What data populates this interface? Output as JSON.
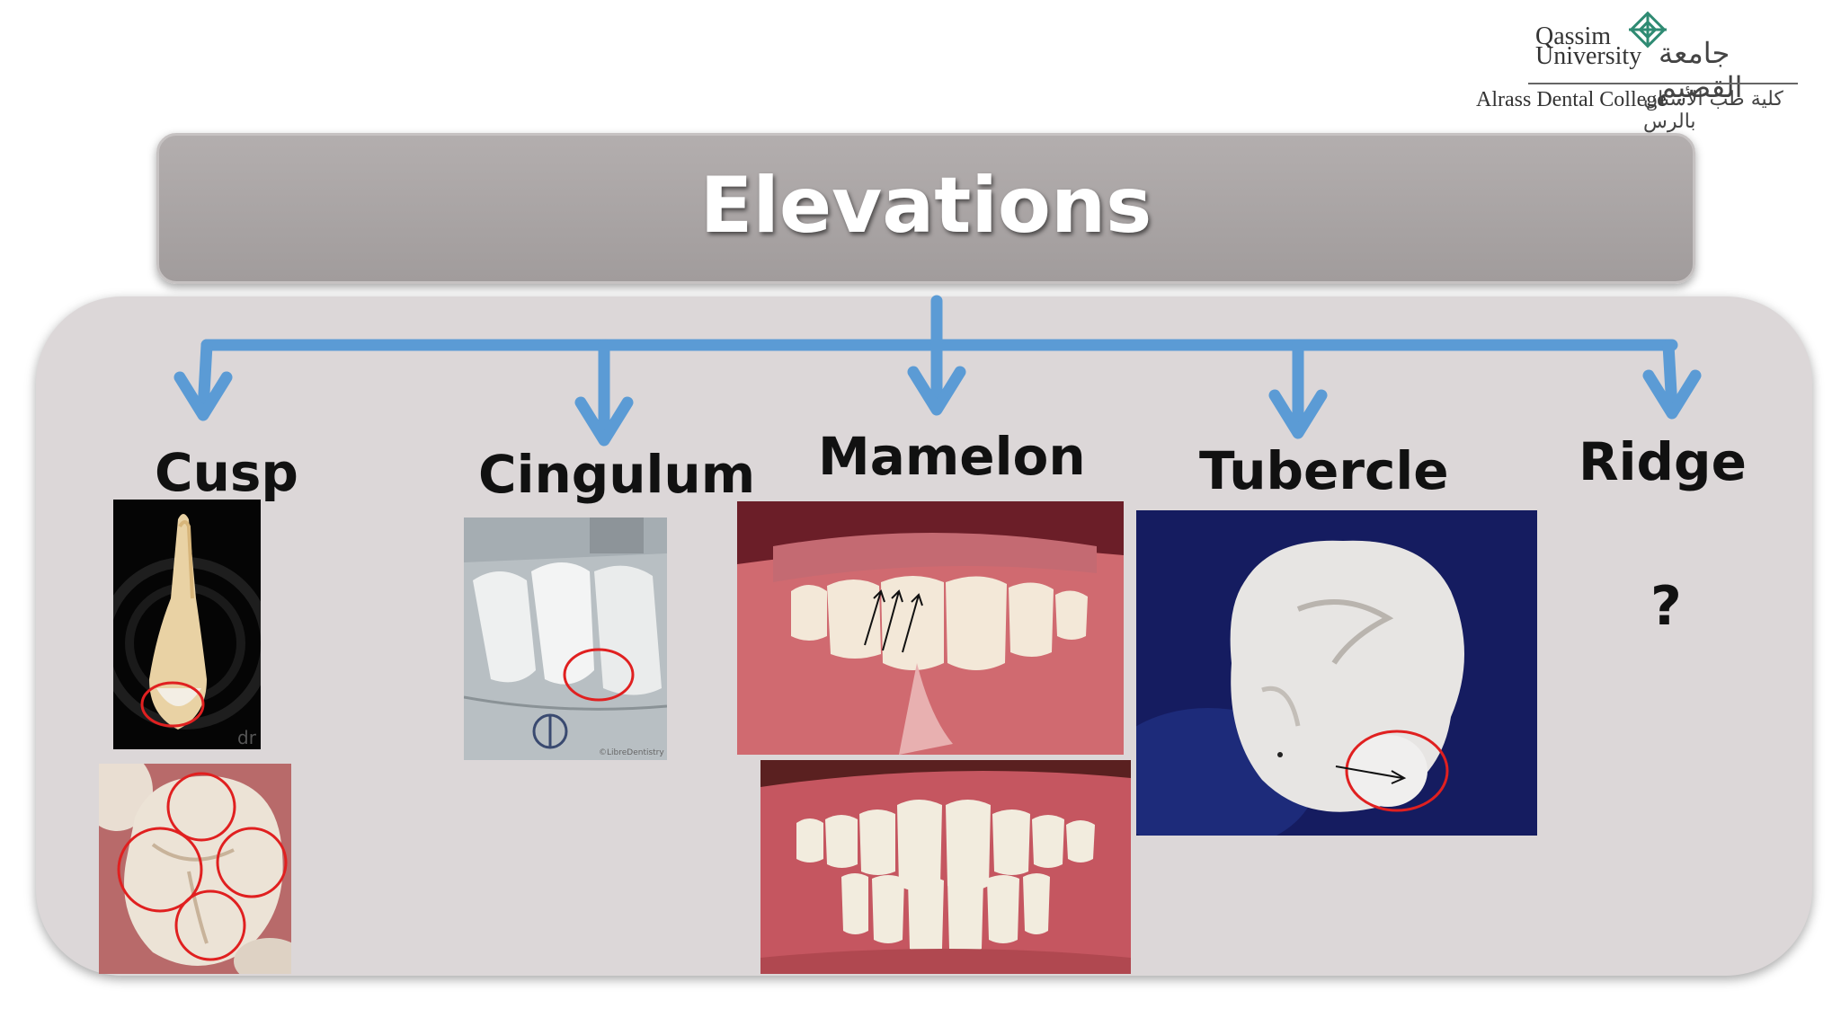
{
  "logo": {
    "line1": "Qassim",
    "line2": "University",
    "arabic_name": "جامعة القصيم",
    "line3": "Alrass Dental College",
    "arabic_college": "كلية طب الأسنان بالرس"
  },
  "title": "Elevations",
  "categories": [
    {
      "label": "Cusp"
    },
    {
      "label": "Cingulum"
    },
    {
      "label": "Mamelon"
    },
    {
      "label": "Tubercle"
    },
    {
      "label": "Ridge"
    }
  ],
  "ridge_placeholder": "?",
  "watermarks": {
    "cusp": "dr",
    "cingulum": "©LibreDentistry"
  },
  "colors": {
    "arrow": "#5b9bd5",
    "title_bar": "#a8a3a3",
    "panel": "#dcd7d8",
    "highlight_circle": "#e02020"
  }
}
